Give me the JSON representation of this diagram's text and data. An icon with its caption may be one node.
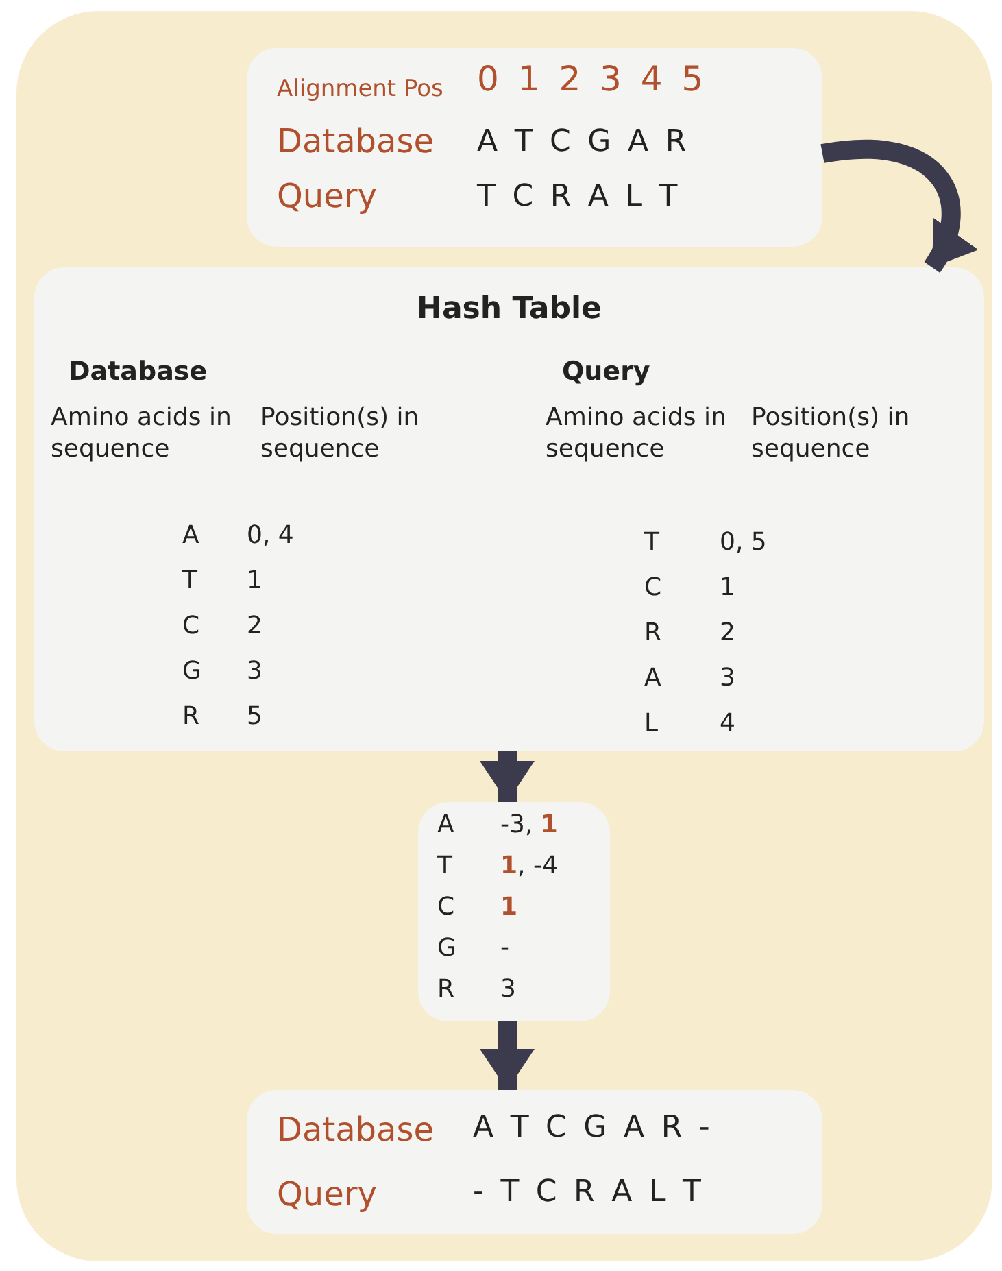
{
  "diagram": {
    "nodes": [
      {
        "text": [
          "Alignment Pos",
          "0 1 2 3 4 5",
          "Database",
          "A T C G A R",
          "Query",
          "T C R A L T"
        ]
      },
      {
        "text": [
          "Hash Table",
          "Database",
          "Amino acids in sequence",
          "Position(s) in sequence",
          "A",
          "0, 4",
          "T",
          "1",
          "C",
          "2",
          "G",
          "3",
          "R",
          "5",
          "Query",
          "Amino acids in sequence",
          "Position(s) in sequence",
          "T",
          "0, 5",
          "C",
          "1",
          "R",
          "2",
          "A",
          "3",
          "L",
          "4"
        ]
      },
      {
        "text": [
          "A",
          "-3, **1**",
          "T",
          "**1**, -4",
          "C",
          "**1**",
          "G",
          "-",
          "R",
          "3"
        ]
      },
      {
        "text": [
          "Database",
          "A T C G A R -",
          "Query",
          "- T C R A L T"
        ]
      }
    ],
    "edges": [
      {
        "from": 0,
        "to": 1,
        "arrow": "to"
      },
      {
        "from": 1,
        "to": 2,
        "arrow": "to"
      },
      {
        "from": 2,
        "to": 3,
        "arrow": "to"
      }
    ]
  }
}
